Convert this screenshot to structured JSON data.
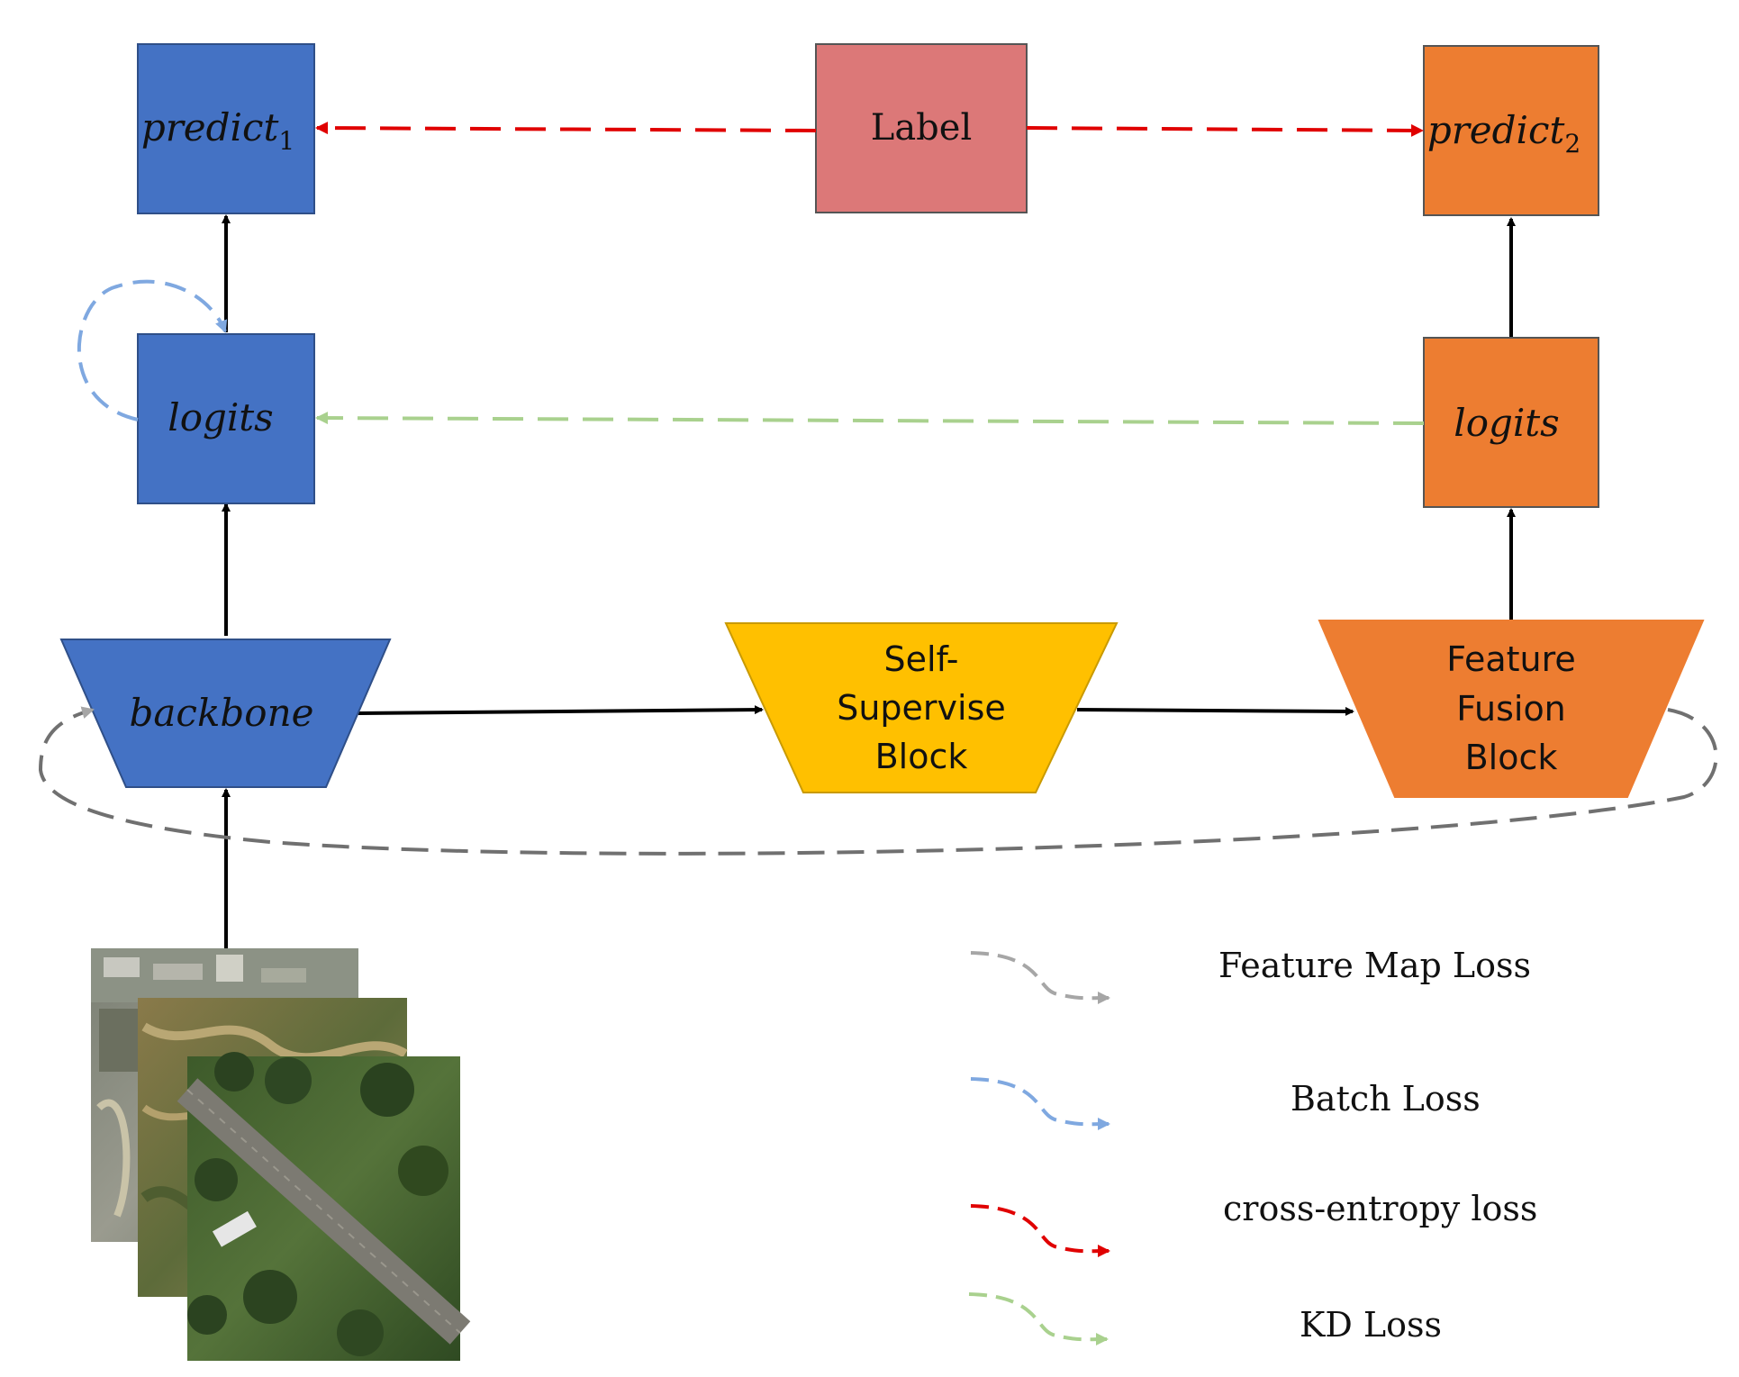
{
  "nodes": {
    "predict1": {
      "base": "predict",
      "sub": "1"
    },
    "predict2": {
      "base": "predict",
      "sub": "2"
    },
    "label": "Label",
    "logits_left": "logits",
    "logits_right": "logits",
    "backbone": "backbone",
    "ssb": [
      "Self-",
      "Supervise",
      "Block"
    ],
    "ffb": [
      "Feature",
      "Fusion",
      "Block"
    ]
  },
  "legend": [
    {
      "label": "Feature Map Loss",
      "color": "#a6a6a6"
    },
    {
      "label": "Batch Loss",
      "color": "#7fa8e0"
    },
    {
      "label": "cross-entropy loss",
      "color": "#e00000"
    },
    {
      "label": "KD Loss",
      "color": "#a9d18e"
    }
  ],
  "colors": {
    "blue": "#4472c4",
    "orange": "#ed7d31",
    "label_pink": "#dc7878",
    "yellow": "#ffc000",
    "arrow": "#000000"
  },
  "input_image": "stack of three aerial images"
}
